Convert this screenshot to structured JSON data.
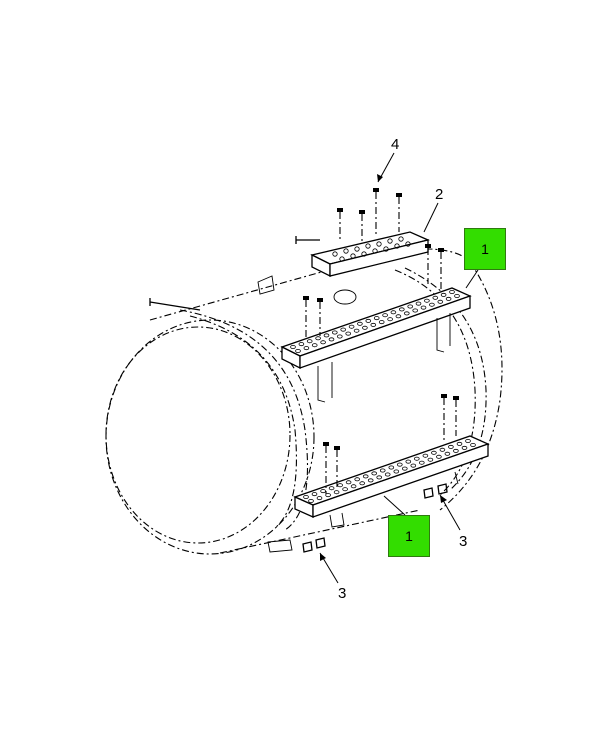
{
  "diagram": {
    "callouts": [
      {
        "id": "callout-4",
        "label": "4"
      },
      {
        "id": "callout-2",
        "label": "2"
      },
      {
        "id": "callout-1-upper",
        "label": "1"
      },
      {
        "id": "callout-1-lower",
        "label": "1"
      },
      {
        "id": "callout-3-right",
        "label": "3"
      },
      {
        "id": "callout-3-left",
        "label": "3"
      }
    ],
    "highlight_color": "#33dd00",
    "line_color": "#000000"
  }
}
